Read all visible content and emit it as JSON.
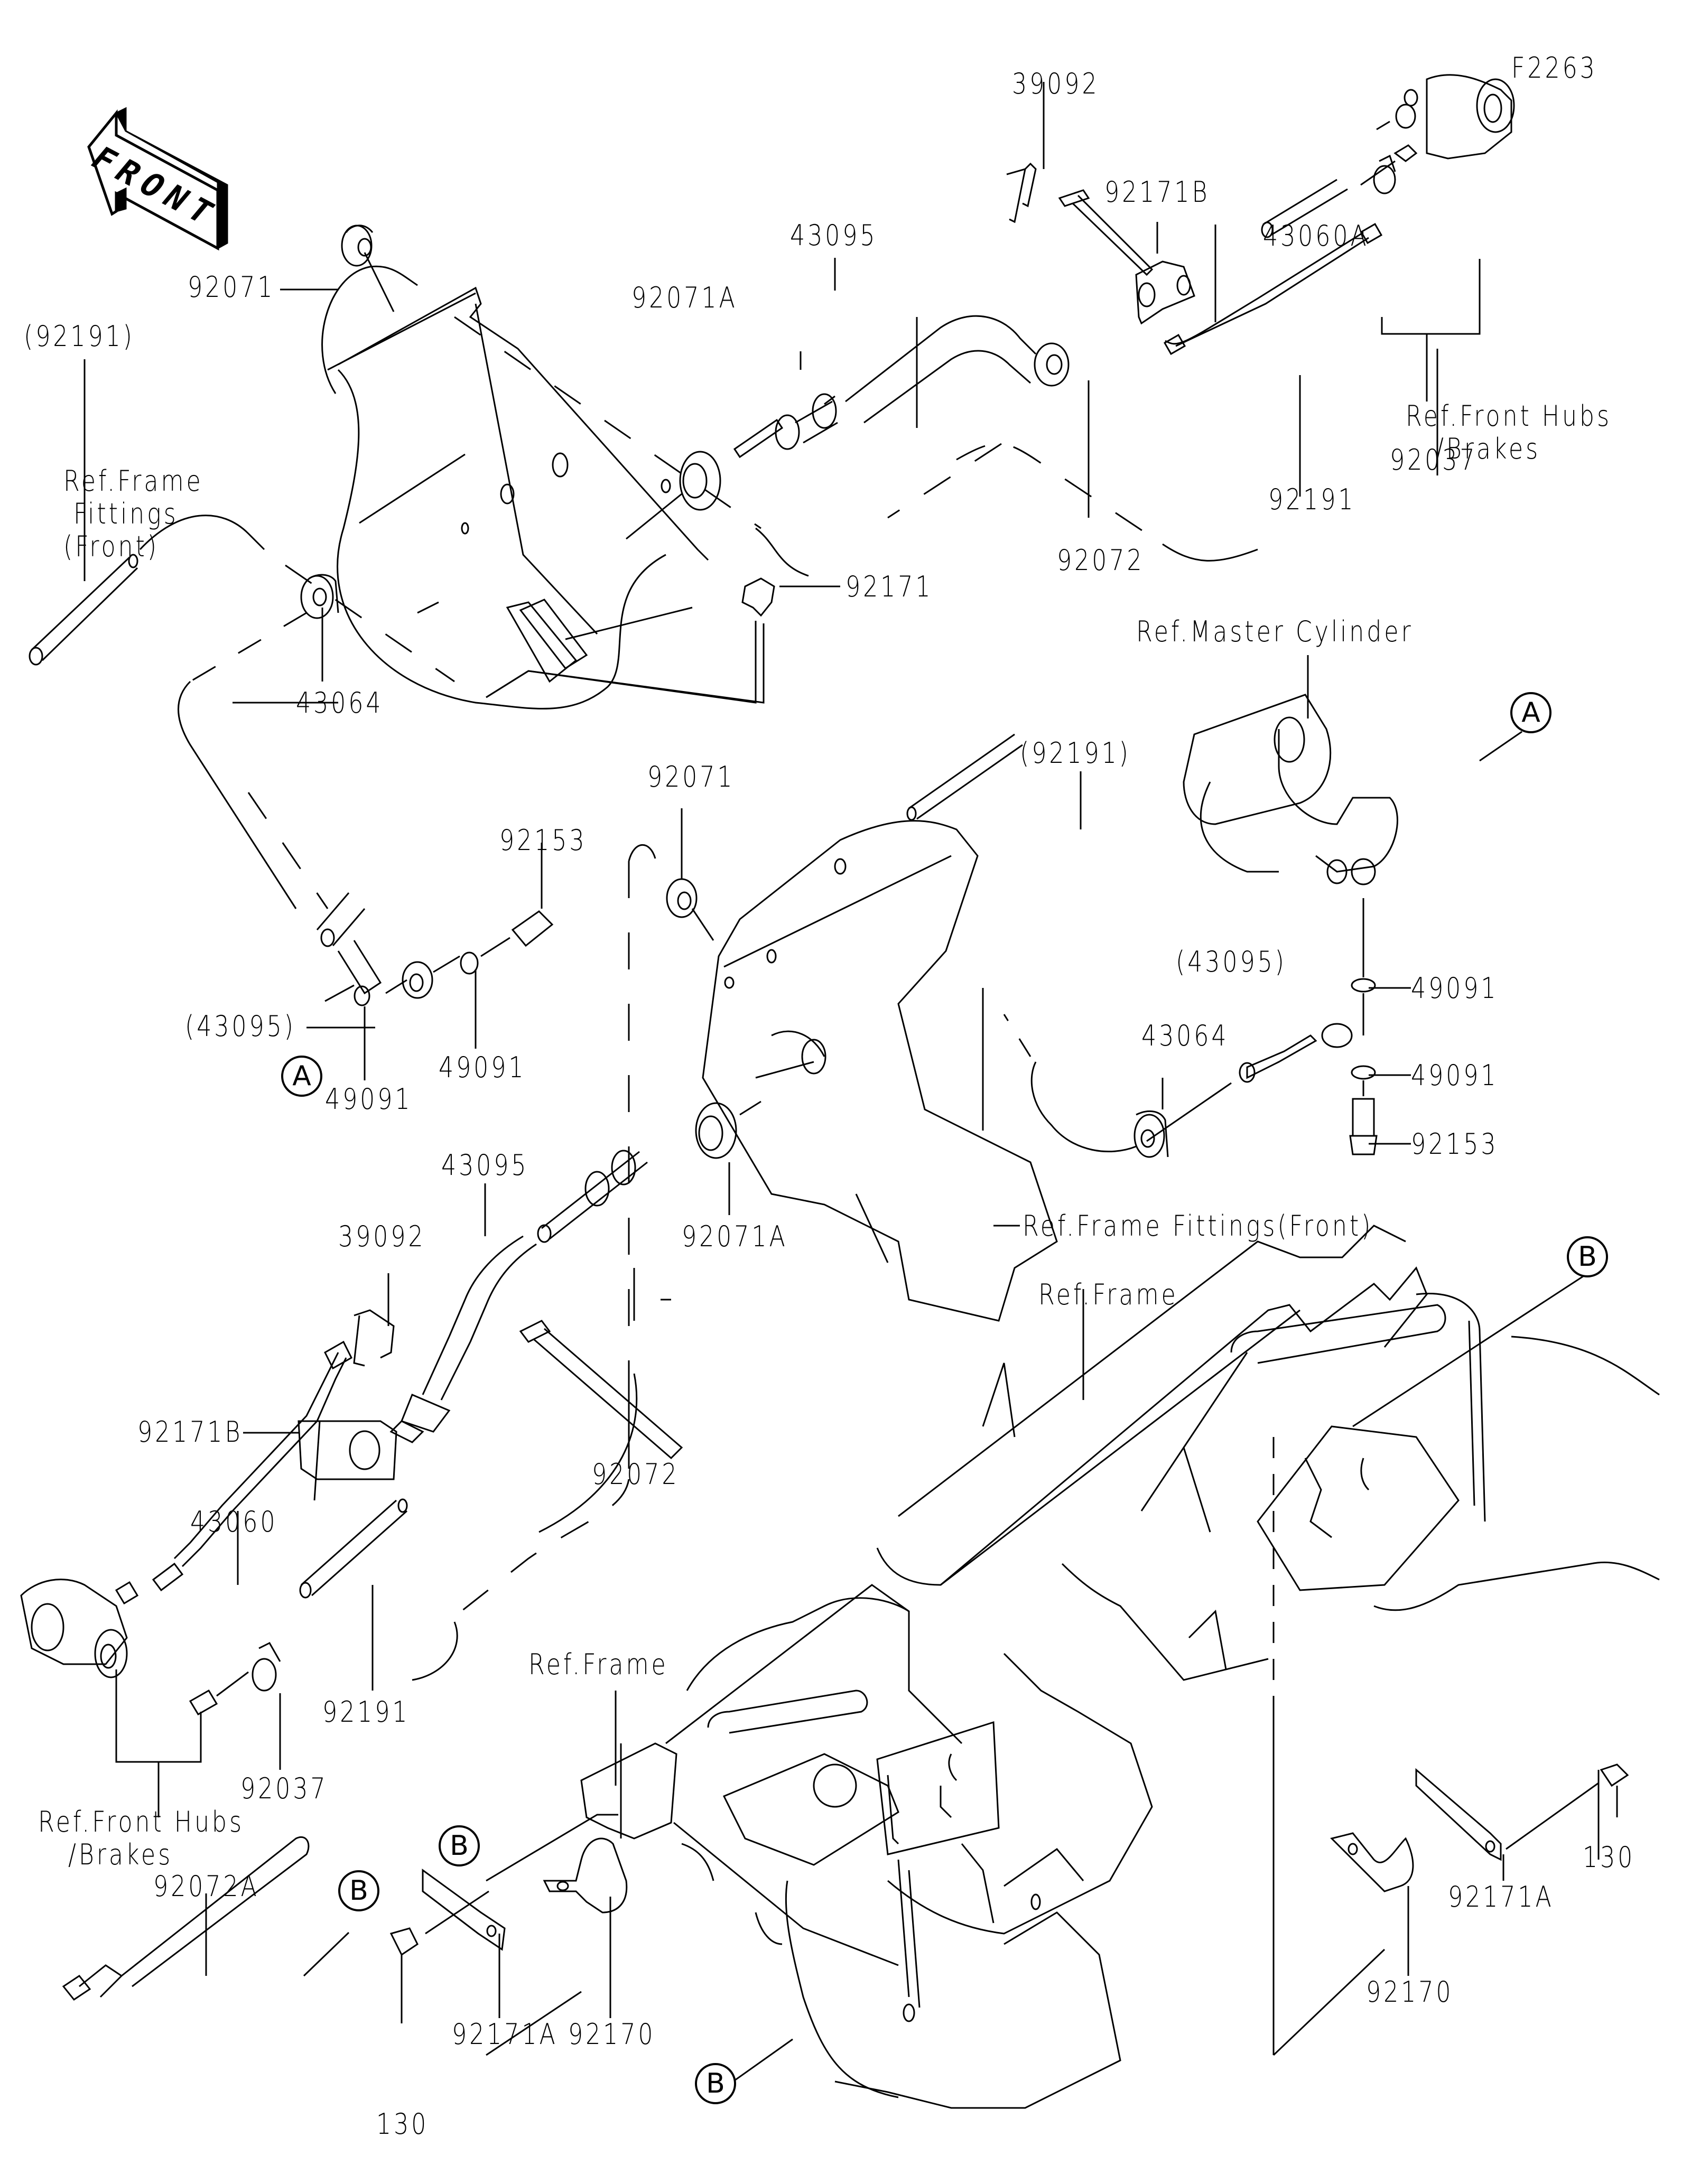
{
  "diagram_id": "F2263",
  "front_arrow": {
    "text": "FRONT"
  },
  "callouts": {
    "a": "A",
    "b": "B"
  },
  "labels": {
    "p39092_top": "39092",
    "p43095_top": "43095",
    "p92171B_top": "92171B",
    "p43060A": "43060A",
    "p92071_top": "92071",
    "p92071A_top": "92071A",
    "p92191_paren_top": "(92191)",
    "ref_frame_fittings_front_top": "Ref.Frame\n Fittings\n(Front)",
    "ref_front_hubs_top": "Ref.Front Hubs\n   /Brakes",
    "p92037_top": "92037",
    "p92191_top": "92191",
    "p92072_top": "92072",
    "p92171": "92171",
    "p43064_top": "43064",
    "ref_master_cylinder": "Ref.Master Cylinder",
    "p92191_paren_mid": "(92191)",
    "p92071_mid": "92071",
    "p92153_left": "92153",
    "p43095_paren_left": "(43095)",
    "p49091_left_a": "49091",
    "p49091_left_b": "49091",
    "p43095_paren_right": "(43095)",
    "p43064_right": "43064",
    "p49091_right_a": "49091",
    "p49091_right_b": "49091",
    "p92153_right": "92153",
    "p43095_mid": "43095",
    "p92071A_mid": "92071A",
    "ref_frame_fittings_front_mid": "Ref.Frame Fittings(Front)",
    "p39092_mid": "39092",
    "p92171B_mid": "92171B",
    "p43060": "43060",
    "p92072_mid": "92072",
    "p92191_bottom": "92191",
    "p92037_bottom": "92037",
    "ref_front_hubs_bottom": "Ref.Front Hubs\n   /Brakes",
    "ref_frame_right": "Ref.Frame",
    "ref_frame_left": "Ref.Frame",
    "p92072A": "92072A",
    "p92171A_left": "92171A",
    "p92170_left": "92170",
    "p130_left": "130",
    "p92171A_right": "92171A",
    "p92170_right": "92170",
    "p130_right": "130"
  }
}
